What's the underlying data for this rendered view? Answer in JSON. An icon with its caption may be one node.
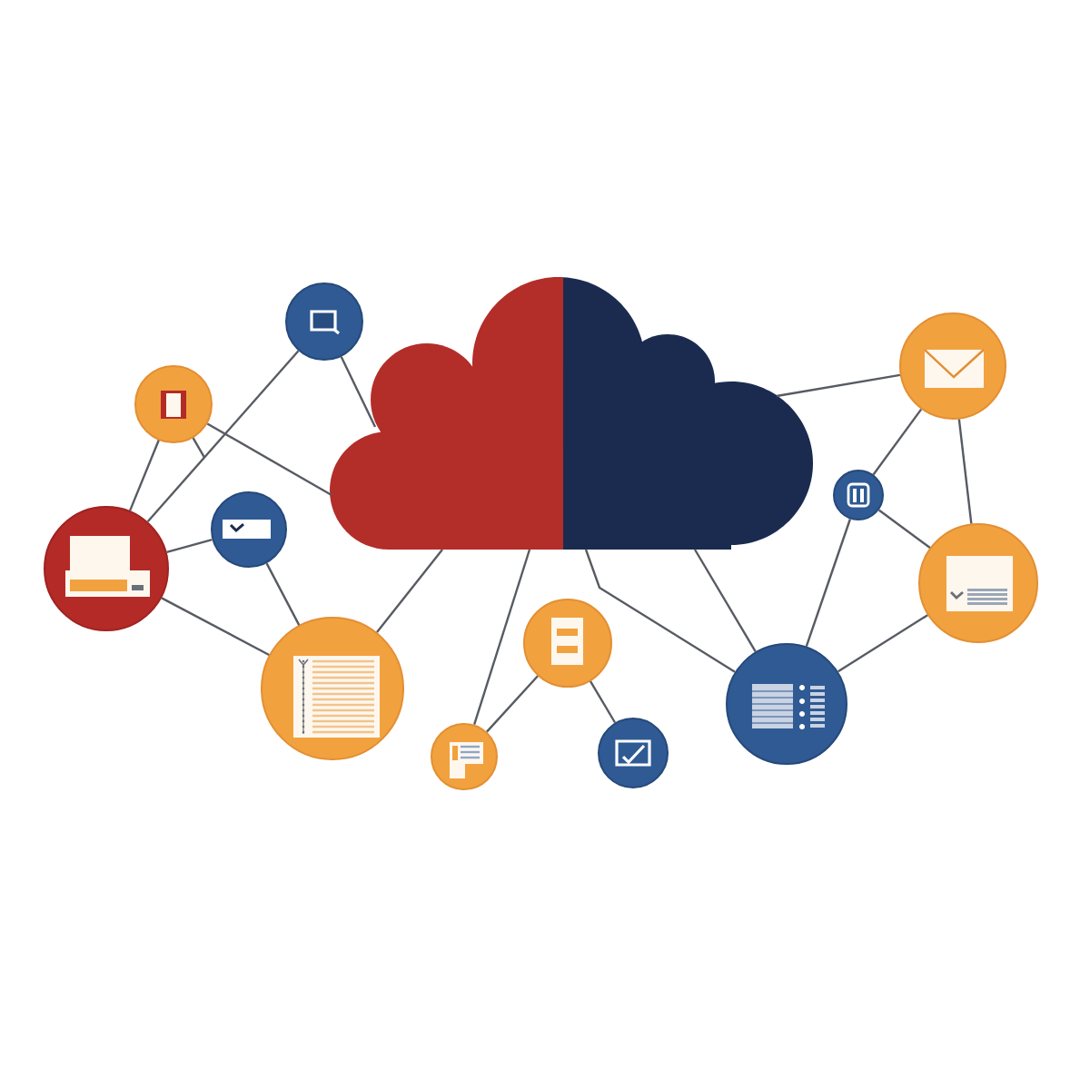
{
  "diagram": {
    "nodes": [
      {
        "text": [],
        "shape": "cloud"
      },
      {
        "text": [],
        "shape": "circle"
      },
      {
        "text": [],
        "shape": "circle"
      },
      {
        "text": [],
        "shape": "circle"
      },
      {
        "text": [],
        "shape": "circle"
      },
      {
        "text": [],
        "shape": "circle"
      },
      {
        "text": [],
        "shape": "circle"
      },
      {
        "text": [],
        "shape": "circle"
      },
      {
        "text": [],
        "shape": "circle"
      },
      {
        "text": [],
        "shape": "circle"
      },
      {
        "text": [],
        "shape": "circle"
      },
      {
        "text": [],
        "shape": "circle"
      },
      {
        "text": [],
        "shape": "circle"
      }
    ],
    "edges": [
      {
        "from": 1,
        "to": 0,
        "arrow": "none"
      },
      {
        "from": 1,
        "to": 3,
        "arrow": "none"
      },
      {
        "from": 2,
        "to": 3,
        "arrow": "none"
      },
      {
        "from": 2,
        "to": 0,
        "arrow": "none"
      },
      {
        "from": 2,
        "to": null,
        "arrow": "none"
      },
      {
        "from": 3,
        "to": 4,
        "arrow": "none"
      },
      {
        "from": 3,
        "to": 5,
        "arrow": "none"
      },
      {
        "from": 4,
        "to": 5,
        "arrow": "none"
      },
      {
        "from": 5,
        "to": 0,
        "arrow": "none"
      },
      {
        "from": 7,
        "to": 0,
        "arrow": "none"
      },
      {
        "from": 6,
        "to": 7,
        "arrow": "none"
      },
      {
        "from": 6,
        "to": 8,
        "arrow": "none"
      },
      {
        "from": 0,
        "to": 9,
        "arrow": "none"
      },
      {
        "from": 0,
        "to": 9,
        "arrow": "none"
      },
      {
        "from": 11,
        "to": 9,
        "arrow": "none"
      },
      {
        "from": 9,
        "to": 12,
        "arrow": "none"
      },
      {
        "from": 11,
        "to": 12,
        "arrow": "none"
      },
      {
        "from": 10,
        "to": 11,
        "arrow": "none"
      },
      {
        "from": 10,
        "to": 12,
        "arrow": "none"
      },
      {
        "from": 0,
        "to": 10,
        "arrow": "none"
      }
    ]
  }
}
